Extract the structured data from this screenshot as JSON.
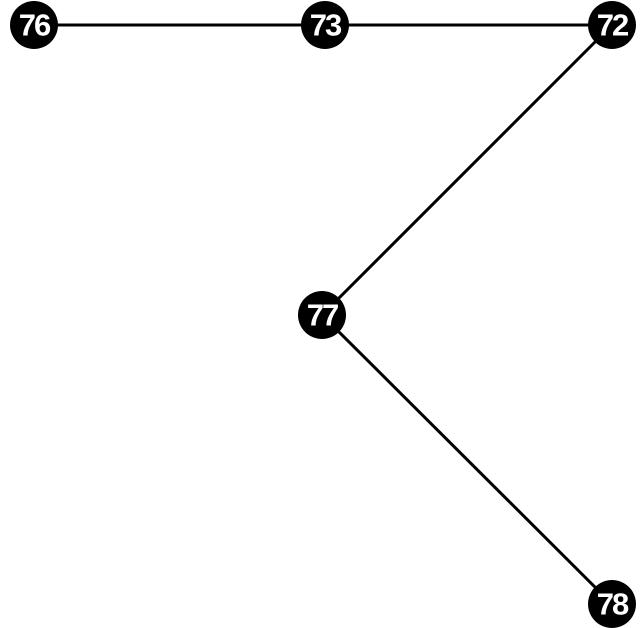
{
  "colors": {
    "background": "#ffffff",
    "node_fill": "#000000",
    "node_text": "#ffffff",
    "edge": "#000000"
  },
  "nodes": [
    {
      "id": "76",
      "label": "76"
    },
    {
      "id": "73",
      "label": "73"
    },
    {
      "id": "72",
      "label": "72"
    },
    {
      "id": "77",
      "label": "77"
    },
    {
      "id": "78",
      "label": "78"
    }
  ],
  "edges": [
    {
      "from": "76",
      "to": "73"
    },
    {
      "from": "73",
      "to": "72"
    },
    {
      "from": "72",
      "to": "77"
    },
    {
      "from": "77",
      "to": "78"
    }
  ]
}
